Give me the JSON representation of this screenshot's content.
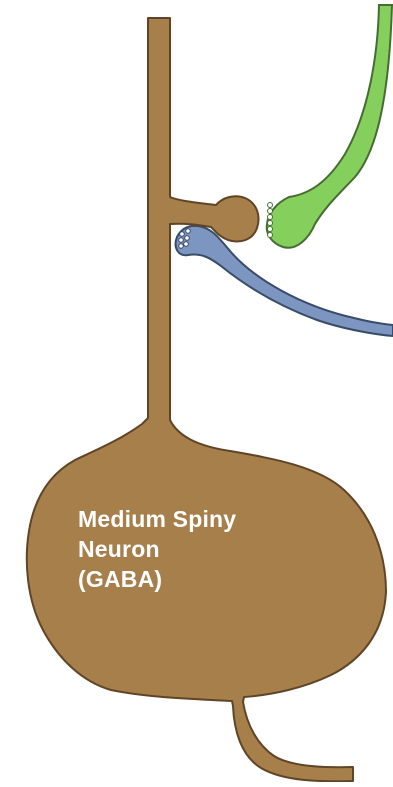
{
  "diagram": {
    "label_lines": [
      "Medium Spiny",
      "Neuron",
      "(GABA)"
    ],
    "colors": {
      "neuron_fill": "#A67F4B",
      "outline": "#5F4526",
      "green_axon_fill": "#85CF5D",
      "green_axon_outline": "#476C33",
      "blue_axon_fill": "#7D96C1",
      "blue_axon_outline": "#384B67",
      "vesicle_fill": "#FFFFFF",
      "label_text": "#FFFFFF"
    }
  }
}
